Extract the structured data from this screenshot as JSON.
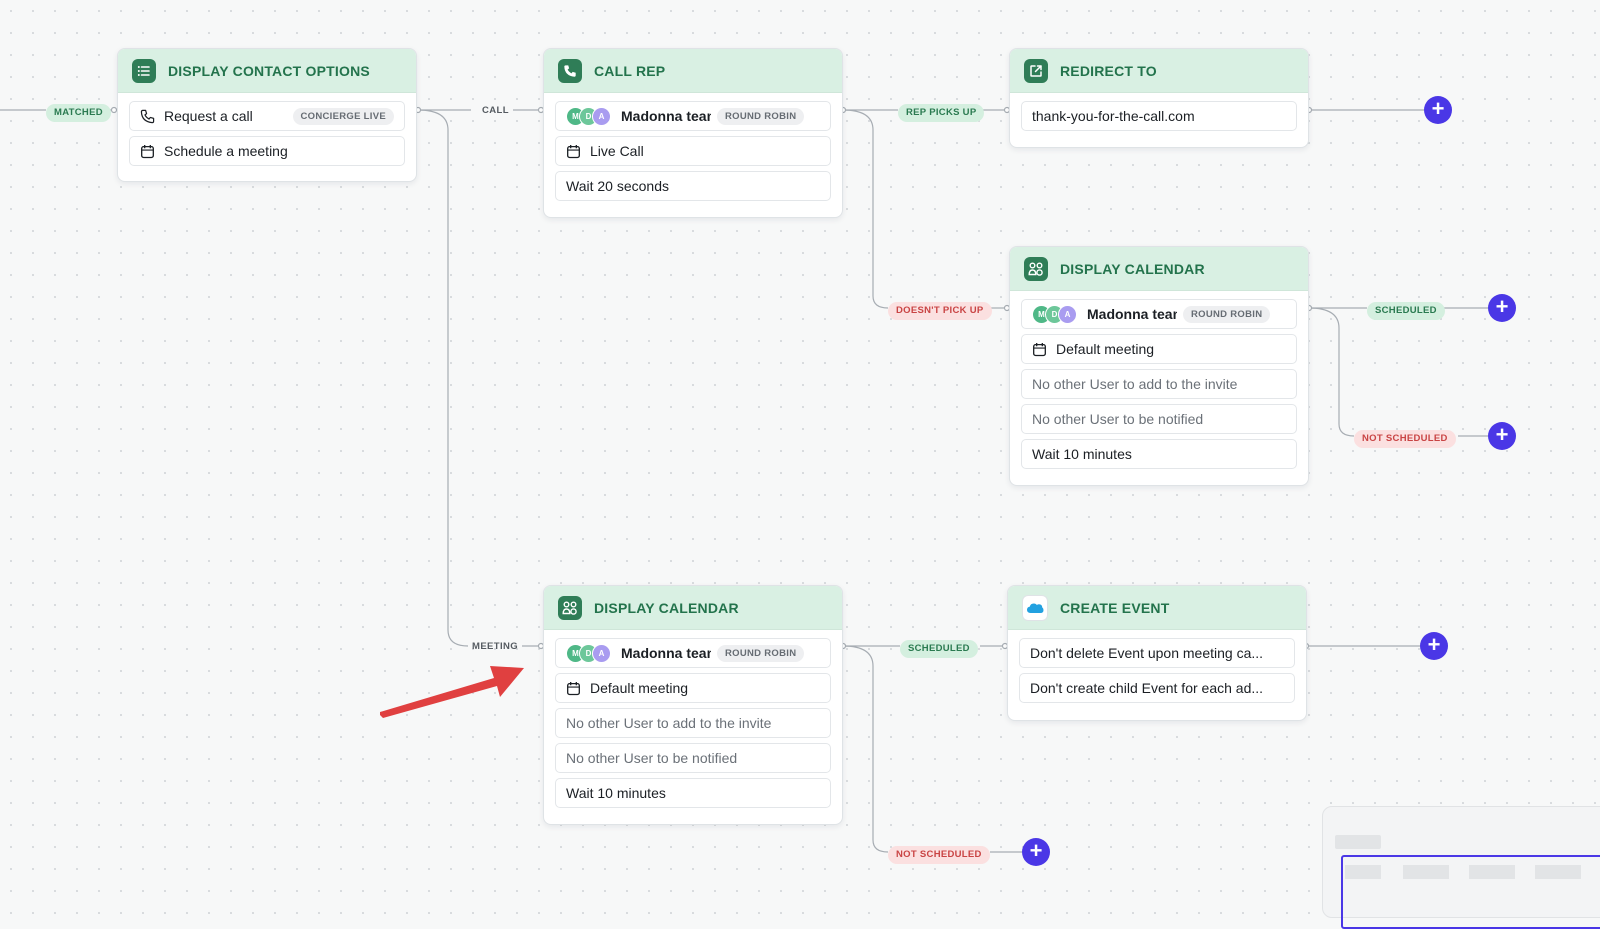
{
  "labels": {
    "matched": "MATCHED",
    "call": "CALL",
    "meeting": "MEETING",
    "rep_picks_up": "REP PICKS UP",
    "doesnt_pick_up": "DOESN'T PICK UP",
    "scheduled_top": "SCHEDULED",
    "not_scheduled_top": "NOT SCHEDULED",
    "scheduled_bottom": "SCHEDULED",
    "not_scheduled_bottom": "NOT SCHEDULED"
  },
  "contact_options": {
    "title": "DISPLAY CONTACT OPTIONS",
    "request_call": "Request a call",
    "request_call_tag": "CONCIERGE LIVE",
    "schedule": "Schedule a meeting"
  },
  "call_rep": {
    "title": "CALL REP",
    "team": "Madonna team",
    "tag": "ROUND ROBIN",
    "live_call": "Live Call",
    "wait": "Wait 20 seconds"
  },
  "redirect": {
    "title": "REDIRECT TO",
    "url": "thank-you-for-the-call.com"
  },
  "calendar_top": {
    "title": "DISPLAY CALENDAR",
    "team": "Madonna team",
    "tag": "ROUND ROBIN",
    "meeting": "Default meeting",
    "invite": "No other User to add to the invite",
    "notified": "No other User to be notified",
    "wait": "Wait 10 minutes"
  },
  "calendar_bottom": {
    "title": "DISPLAY CALENDAR",
    "team": "Madonna team",
    "tag": "ROUND ROBIN",
    "meeting": "Default meeting",
    "invite": "No other User to add to the invite",
    "notified": "No other User to be notified",
    "wait": "Wait 10 minutes"
  },
  "create_event": {
    "title": "CREATE EVENT",
    "row1": "Don't delete Event upon meeting ca...",
    "row2": "Don't create child Event for each ad..."
  },
  "avatars": [
    "M",
    "D",
    "A"
  ],
  "add_button": "+",
  "colors": {
    "accent": "#4a37e6",
    "header_green": "#d9f0e3",
    "title_green": "#23734c",
    "annotation_arrow": "#e04040"
  }
}
